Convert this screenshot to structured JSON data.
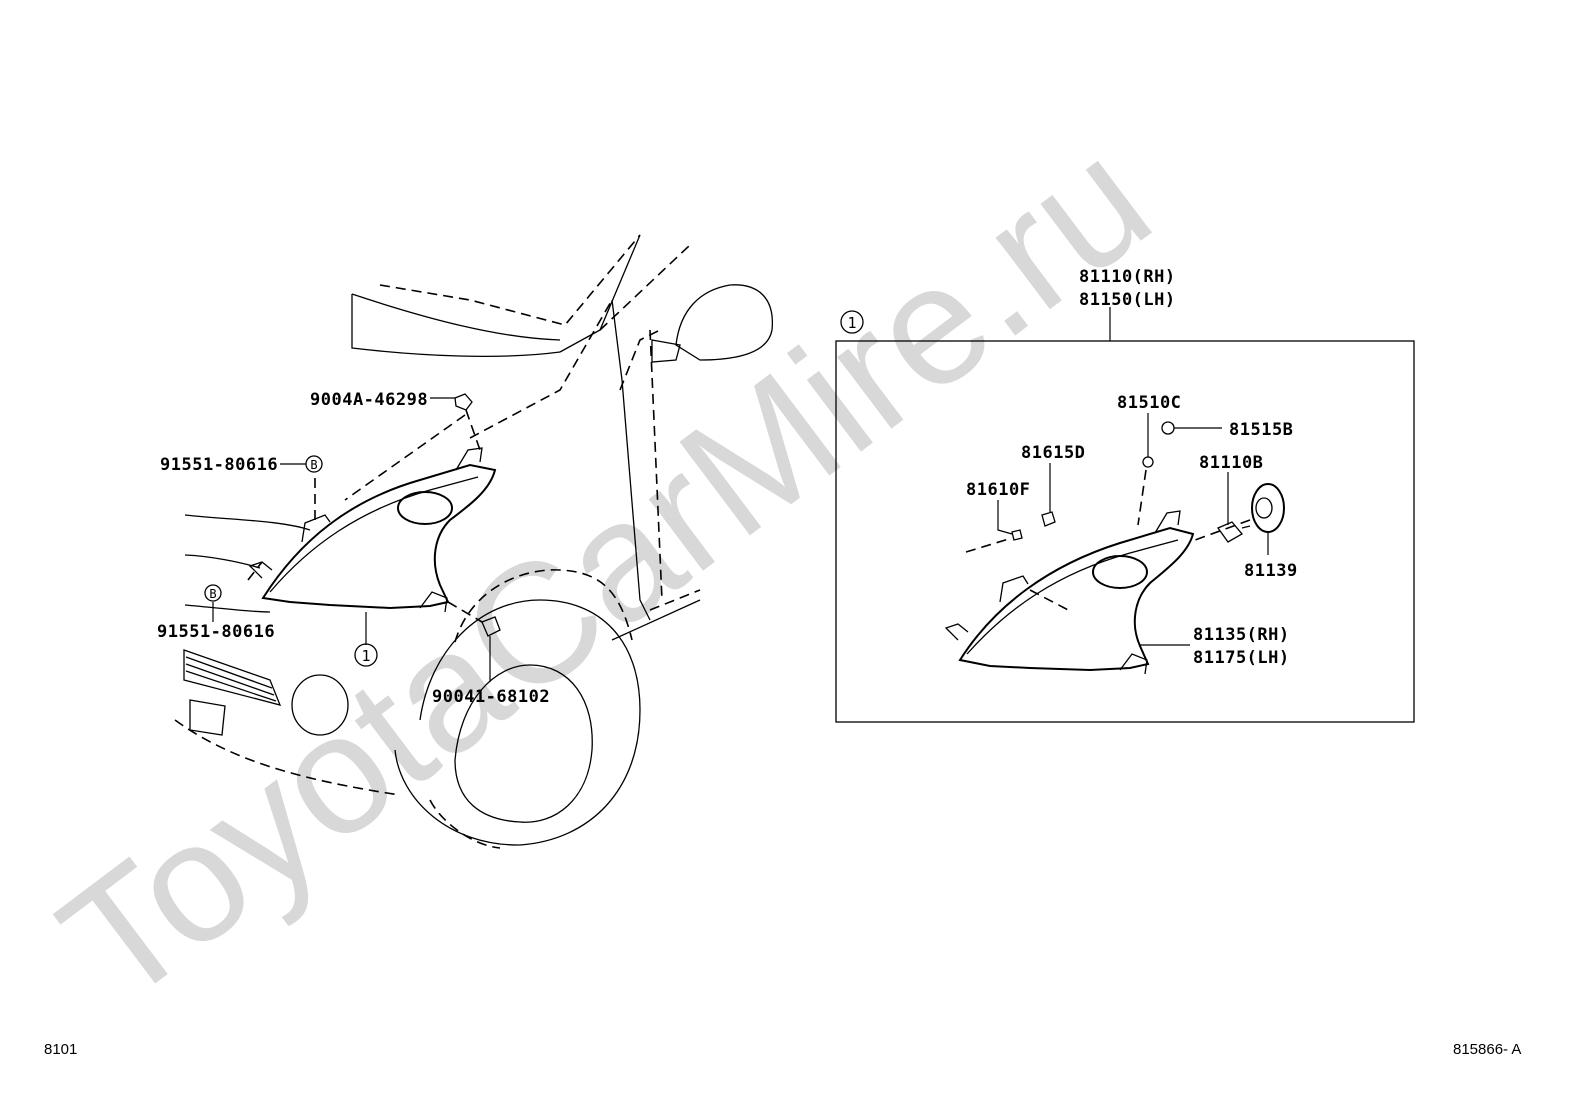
{
  "watermark": "ToyotaCarMire.ru",
  "footer": {
    "left_code": "8101",
    "right_code": "815866- A"
  },
  "callout_assembly": "1",
  "callout_bolt": "B",
  "left_labels": {
    "screw_top": "9004A-46298",
    "bolt_upper": "91551-80616",
    "bolt_lower": "91551-80616",
    "screw_bottom": "90041-68102"
  },
  "right_labels": {
    "headlamp_rh": "81110(RH)",
    "headlamp_lh": "81150(LH)",
    "socket": "81510C",
    "bulb_small": "81515B",
    "cover_d": "81615D",
    "cover_f": "81610F",
    "bulb": "81110B",
    "cap": "81139",
    "unit_rh": "81135(RH)",
    "unit_lh": "81175(LH)"
  }
}
